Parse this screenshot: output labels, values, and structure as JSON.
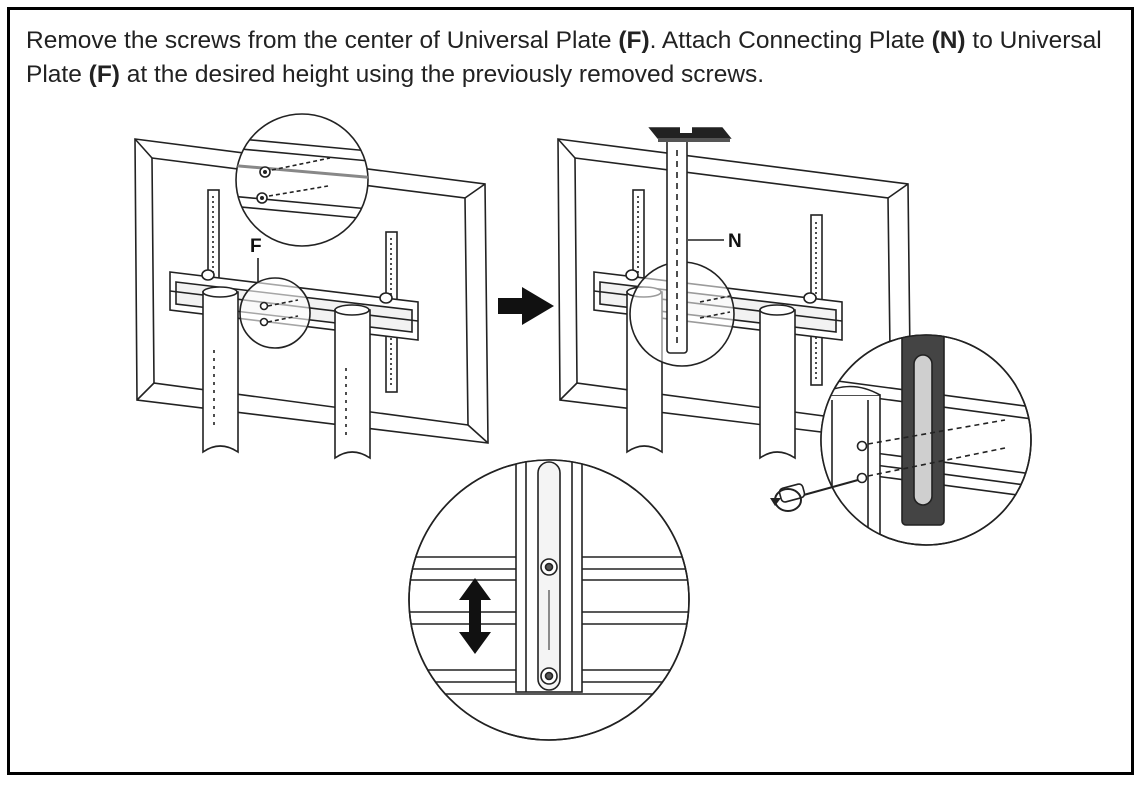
{
  "instruction": {
    "part1": "Remove the screws from the center of Universal Plate ",
    "bold1": "(F)",
    "part2": ". Attach Connecting Plate ",
    "bold2": "(N)",
    "part3": " to Universal Plate ",
    "bold3": "(F)",
    "part4": " at the desired height using the previously removed screws."
  },
  "labels": {
    "universal_plate": "F",
    "connecting_plate": "N"
  },
  "icons": {
    "step_arrow": "right-arrow-icon",
    "adjust_arrow": "up-down-arrow-icon",
    "rotation": "rotate-icon"
  },
  "colors": {
    "line": "#222222",
    "plate": "#d9d9d9",
    "dark_plate": "#555555"
  }
}
